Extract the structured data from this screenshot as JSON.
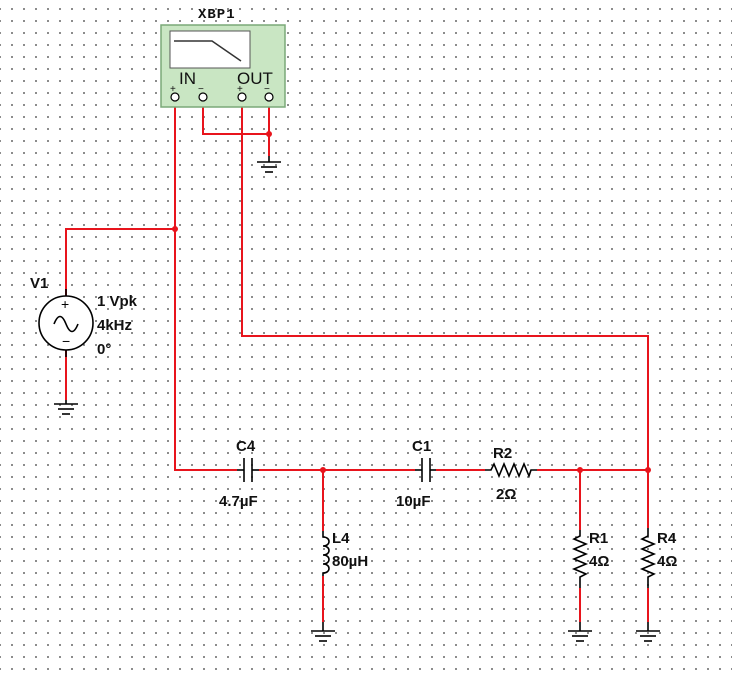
{
  "bode_plotter": {
    "title": "XBP1",
    "in_label": "IN",
    "out_label": "OUT",
    "plus": "+",
    "minus": "−"
  },
  "source": {
    "name": "V1",
    "amplitude": "1 Vpk",
    "frequency": "4kHz",
    "phase": "0°",
    "plus": "+",
    "minus": "−"
  },
  "components": {
    "c4": {
      "name": "C4",
      "value": "4.7µF"
    },
    "c1": {
      "name": "C1",
      "value": "10µF"
    },
    "r2": {
      "name": "R2",
      "value": "2Ω"
    },
    "l4": {
      "name": "L4",
      "value": "80µH"
    },
    "r1": {
      "name": "R1",
      "value": "4Ω"
    },
    "r4": {
      "name": "R4",
      "value": "4Ω"
    }
  },
  "colors": {
    "wire": "#e8141c",
    "bode_fill": "#c9e6c3",
    "background": "#ffffff"
  }
}
